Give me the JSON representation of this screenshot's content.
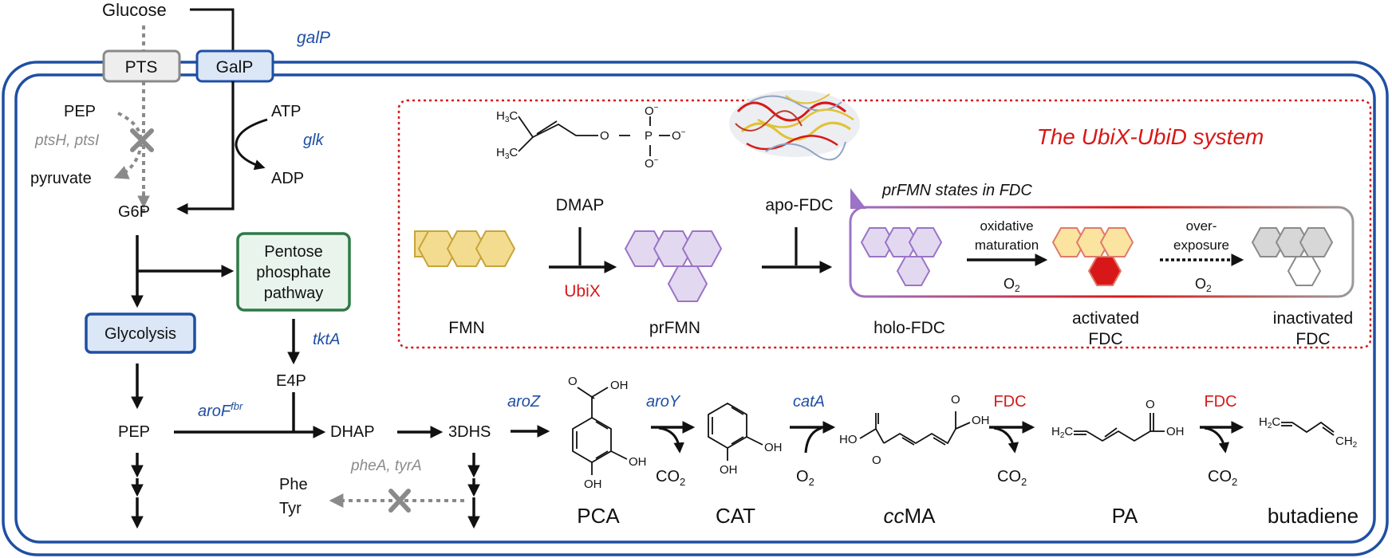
{
  "colors": {
    "membrane": "#1f4fa3",
    "gene_text": "#1f4fa3",
    "inactive": "#8a8a8a",
    "enzyme_red": "#d81818",
    "flavin": "#f3dc8f",
    "prfmn": "#d9cfec",
    "pentose_border": "#2f7a47",
    "pentose_fill": "#e9f5ec"
  },
  "top": {
    "glucose": "Glucose",
    "galP_gene": "galP",
    "pts": "PTS",
    "galP_box": "GalP"
  },
  "left": {
    "pep_top": "PEP",
    "pts_genes": "ptsH, ptsI",
    "pyruvate": "pyruvate",
    "atp": "ATP",
    "glk": "glk",
    "adp": "ADP",
    "g6p": "G6P",
    "pentose": [
      "Pentose",
      "phosphate",
      "pathway"
    ],
    "glycolysis": "Glycolysis",
    "tktA": "tktA",
    "e4p": "E4P",
    "pep_bottom": "PEP",
    "aroF": "aroF",
    "aroF_sup": "fbr",
    "dhap": "DHAP",
    "dhs": "3DHS",
    "pheA": "pheA, tyrA",
    "phe": "Phe",
    "tyr": "Tyr"
  },
  "ubi": {
    "title": "The UbiX-UbiD system",
    "dmap": "DMAP",
    "apo": "apo-FDC",
    "ubiX": "UbiX",
    "fmn": "FMN",
    "prfmn": "prFMN",
    "states_title": "prFMN states in FDC",
    "oxidative": "oxidative",
    "maturation": "maturation",
    "over": "over-",
    "exposure": "exposure",
    "o2": "O",
    "o2_sub": "2",
    "holo": "holo-FDC",
    "activated": [
      "activated",
      "FDC"
    ],
    "inactivated": [
      "inactivated",
      "FDC"
    ],
    "dmap_atoms": {
      "h3c_a": "H",
      "h3c_a_sub": "3",
      "h3c_a_c": "C",
      "o": "O",
      "p": "P",
      "o_minus": "O"
    }
  },
  "pathway": {
    "aroZ": "aroZ",
    "aroY": "aroY",
    "catA": "catA",
    "fdc1": "FDC",
    "fdc2": "FDC",
    "co2": "CO",
    "co2_sub": "2",
    "o2": "O",
    "o2_sub": "2",
    "pca": "PCA",
    "cat": "CAT",
    "ccma_italic": "cc",
    "ccma_rest": "MA",
    "pa": "PA",
    "butadiene": "butadiene",
    "oh": "OH",
    "ho": "HO",
    "o": "O"
  }
}
